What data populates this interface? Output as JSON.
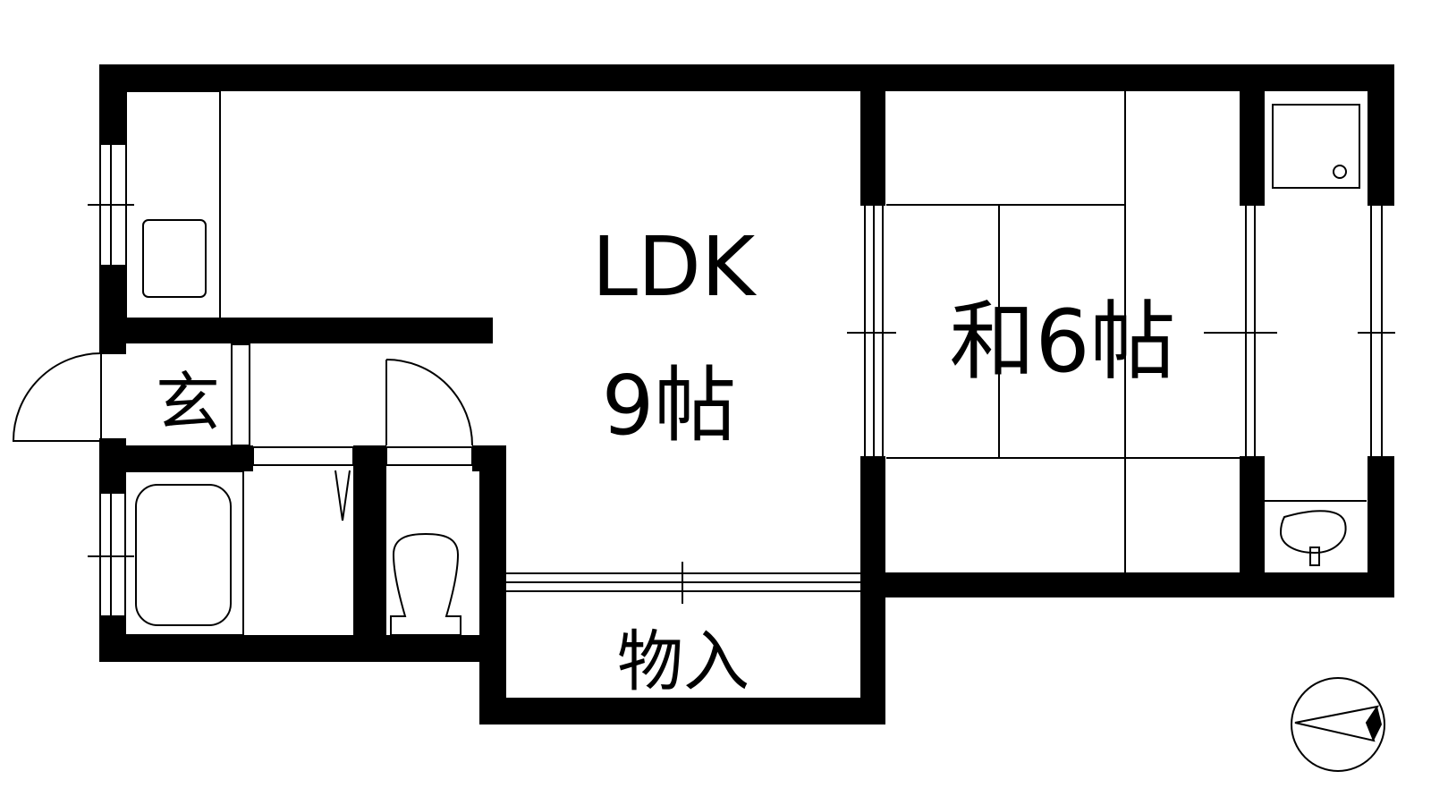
{
  "rooms": {
    "ldk_name": "LDK",
    "ldk_size": "9帖",
    "washitsu": "和6帖",
    "genkan": "玄",
    "storage": "物入"
  },
  "colors": {
    "wall": "#000000",
    "line": "#000000",
    "background": "#ffffff"
  },
  "icons": {
    "compass": "north-arrow-icon"
  }
}
